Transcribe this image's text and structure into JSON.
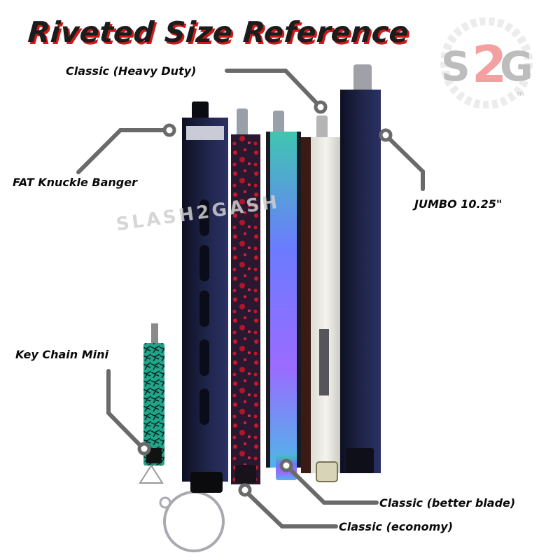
{
  "title": "Riveted Size Reference",
  "watermark": "SLASH2GASH",
  "logo": {
    "text_left": "S",
    "text_mid": "2",
    "text_right": "G",
    "tm": "TM"
  },
  "labels": {
    "heavy_duty": "Classic (Heavy Duty)",
    "fat_knuckle": "FAT Knuckle Banger",
    "jumbo": "JUMBO 10.25\"",
    "key_chain": "Key Chain Mini",
    "better_blade": "Classic (better blade)",
    "economy": "Classic (economy)"
  },
  "colors": {
    "title_text": "#1c1c1c",
    "title_shadow": "#d01818",
    "callout_line": "#6a6a6a",
    "label_text": "#0a0a0a"
  },
  "knives": [
    {
      "name": "Key Chain Mini",
      "handle": "green-black crackle"
    },
    {
      "name": "FAT Knuckle Banger",
      "handle": "black with slots"
    },
    {
      "name": "Classic (economy)",
      "handle": "black with red splatter"
    },
    {
      "name": "Classic (better blade)",
      "handle": "rainbow titanium"
    },
    {
      "name": "Classic (Heavy Duty)",
      "handle": "silver / chrome"
    },
    {
      "name": "JUMBO 10.25\"",
      "handle": "black"
    }
  ]
}
